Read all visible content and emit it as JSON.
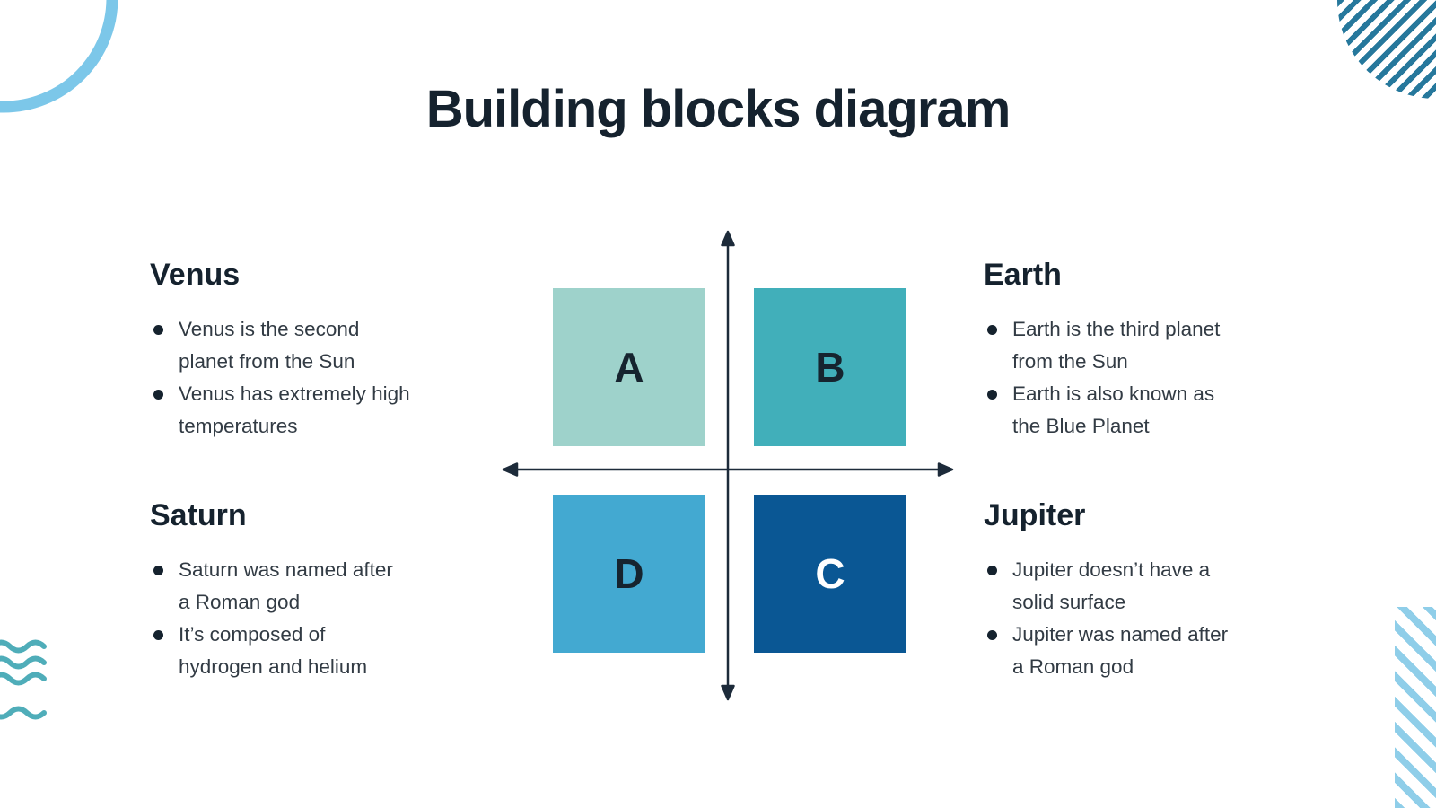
{
  "title": "Building blocks diagram",
  "quadrant_chart": {
    "axis_color": "#1d2b3a",
    "blocks": [
      {
        "label": "A",
        "color": "#9ed2cb",
        "text_color": "#16242f"
      },
      {
        "label": "B",
        "color": "#41afba",
        "text_color": "#16242f"
      },
      {
        "label": "C",
        "color": "#0a5794",
        "text_color": "#ffffff"
      },
      {
        "label": "D",
        "color": "#43a9d1",
        "text_color": "#16242f"
      }
    ]
  },
  "sections": [
    {
      "heading": "Venus",
      "bullets": [
        "Venus is the second\nplanet from the Sun",
        "Venus has extremely high\ntemperatures"
      ]
    },
    {
      "heading": "Earth",
      "bullets": [
        "Earth is the third planet\nfrom the Sun",
        "Earth is also known as\nthe Blue Planet"
      ]
    },
    {
      "heading": "Saturn",
      "bullets": [
        "Saturn was named after\na Roman god",
        "It’s composed of\nhydrogen and helium"
      ]
    },
    {
      "heading": "Jupiter",
      "bullets": [
        "Jupiter doesn’t have a\nsolid surface",
        "Jupiter was named after\na Roman god"
      ]
    }
  ],
  "decor": {
    "arc_color": "#7cc7e9",
    "stripes_dark_color": "#26789c",
    "stripes_light_color": "#8fcee9",
    "waves_color": "#4fadb9"
  }
}
